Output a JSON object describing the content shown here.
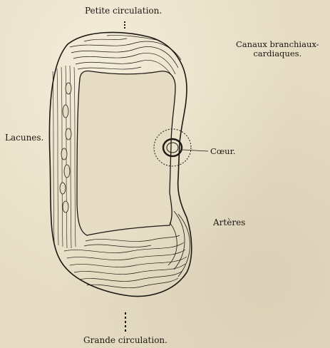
{
  "labels": {
    "top": "Petite circulation.",
    "canaux_line1": "Canaux branchiaux-",
    "canaux_line2": "cardiaques.",
    "lacunes": "Lacunes.",
    "coeur": "Cœur.",
    "arteres": "Artères",
    "bottom": "Grande circulation."
  },
  "colors": {
    "paper": "#e6dcc3",
    "ink": "#1c1812"
  }
}
